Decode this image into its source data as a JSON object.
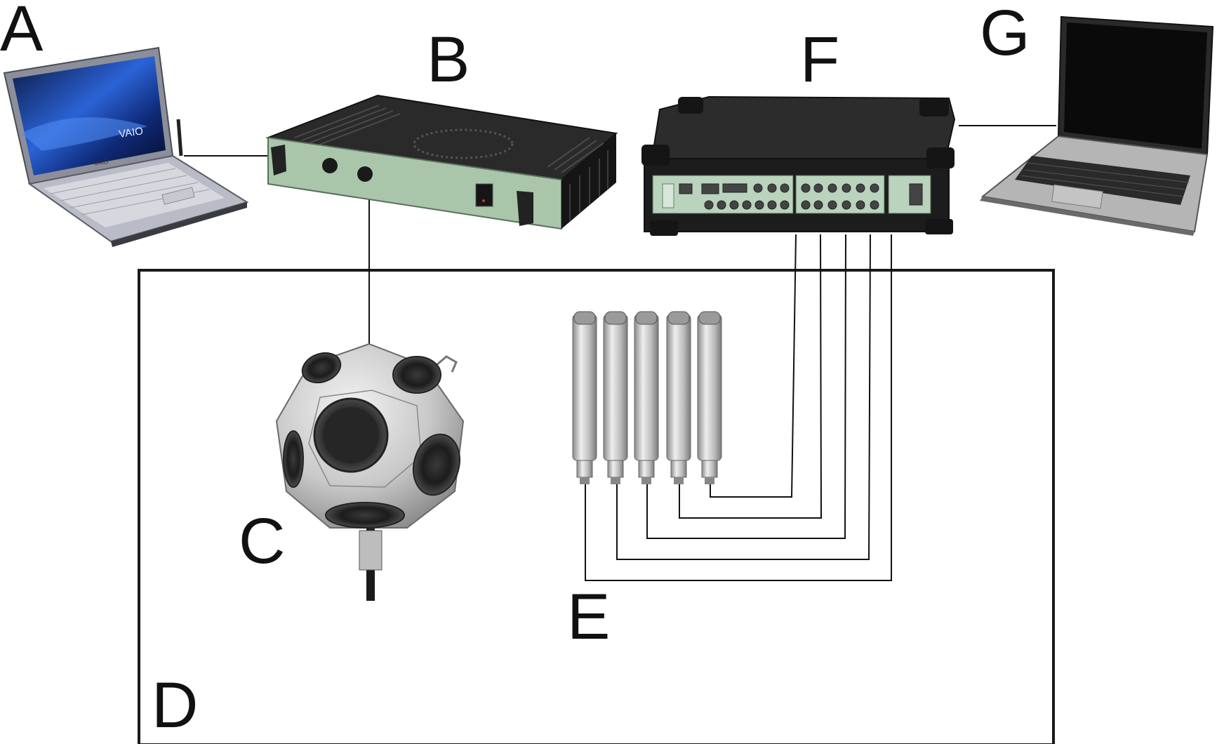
{
  "labels": {
    "a": "A",
    "b": "B",
    "c": "C",
    "d": "D",
    "e": "E",
    "f": "F",
    "g": "G"
  },
  "devices": {
    "laptop_a": {
      "brand_screen": "VAIO",
      "brand_bezel": "VAIO",
      "icon": "laptop-icon"
    },
    "amplifier": {
      "icon": "power-amplifier-icon"
    },
    "loudspeaker": {
      "icon": "dodecahedron-loudspeaker-icon"
    },
    "microphones": {
      "count": 5,
      "icon": "microphone-icon"
    },
    "daq_frontend": {
      "icon": "data-acquisition-frontend-icon"
    },
    "laptop_g": {
      "icon": "laptop-icon"
    }
  },
  "colors": {
    "amp_panel": "#a9c6ab",
    "daq_panel": "#b9d3bd",
    "chassis": "#2c2c2c",
    "laptop_a_screen": "#1e4aa8",
    "microphone": "#c4c4c4"
  }
}
